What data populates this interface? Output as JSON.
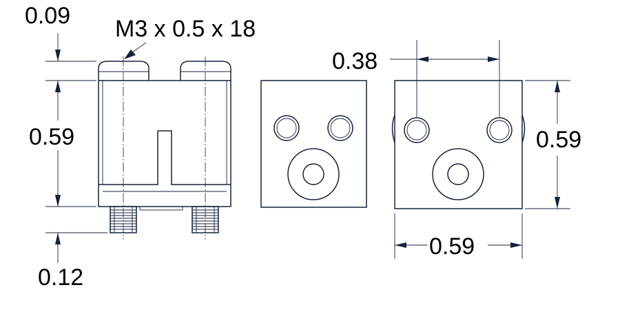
{
  "colors": {
    "line": "#16213a",
    "text": "#000000",
    "background": "#ffffff"
  },
  "dimensions": {
    "head_height": "0.09",
    "screw_callout": "M3 x 0.5 x 18",
    "body_height_left": "0.59",
    "thread_height": "0.12",
    "hole_spacing": "0.38",
    "body_height_right": "0.59",
    "body_width": "0.59"
  }
}
